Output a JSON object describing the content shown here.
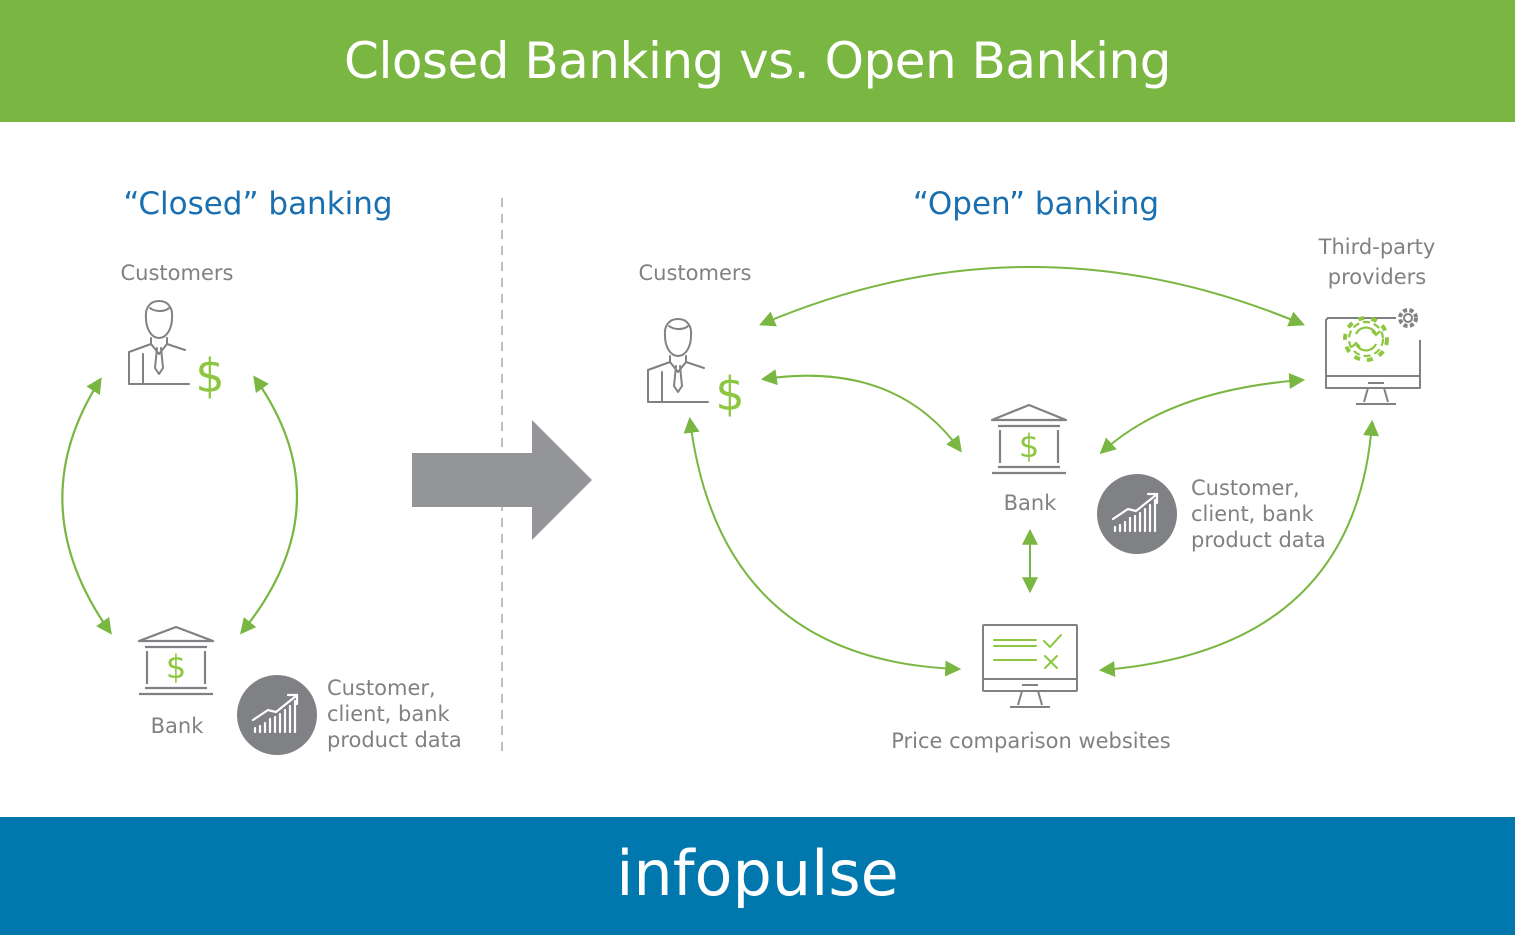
{
  "title": "Closed Banking vs. Open Banking",
  "brand": "infopulse",
  "colors": {
    "header_bg": "#7ab642",
    "footer_bg": "#0078ae",
    "accent_green": "#7ab642",
    "bright_green": "#8dc63f",
    "subtitle_blue": "#1a6fb0",
    "icon_gray": "#808184",
    "arrow_gray": "#939598"
  },
  "closed": {
    "heading": "“Closed” banking",
    "customers_label": "Customers",
    "bank_label": "Bank",
    "data_lines": [
      "Customer,",
      "client, bank",
      "product data"
    ]
  },
  "open": {
    "heading": "“Open” banking",
    "customers_label": "Customers",
    "bank_label": "Bank",
    "third_party_lines": [
      "Third-party",
      "providers"
    ],
    "data_lines": [
      "Customer,",
      "client, bank",
      "product data"
    ],
    "price_label": "Price comparison websites"
  }
}
